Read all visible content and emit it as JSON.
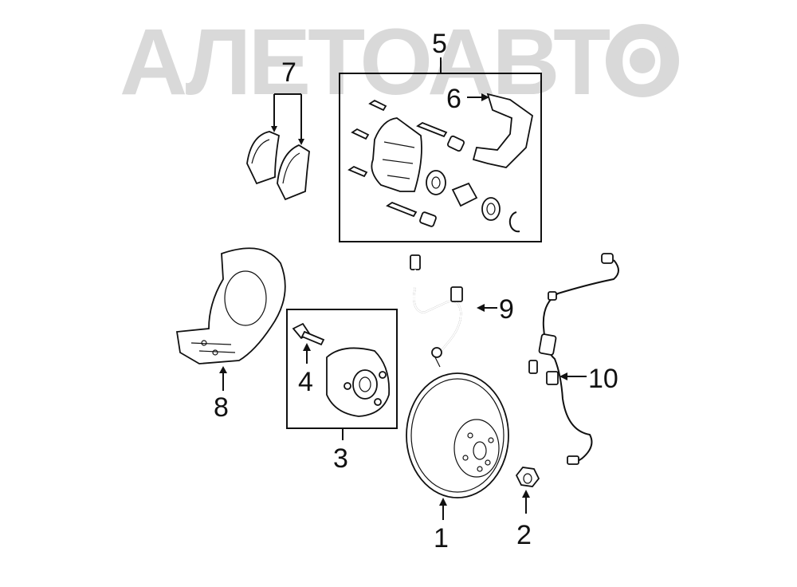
{
  "watermark": {
    "text": "АЛЕТОАВТО",
    "color": "#d9d9d9"
  },
  "callouts": {
    "c1": "1",
    "c2": "2",
    "c3": "3",
    "c4": "4",
    "c5": "5",
    "c6": "6",
    "c7": "7",
    "c8": "8",
    "c9": "9",
    "c10": "10"
  },
  "parts": [
    {
      "number": "1",
      "name": "brake-disc-rotor"
    },
    {
      "number": "2",
      "name": "hub-nut"
    },
    {
      "number": "3",
      "name": "hub-bearing-assembly"
    },
    {
      "number": "4",
      "name": "hub-bolt"
    },
    {
      "number": "5",
      "name": "caliper-assembly"
    },
    {
      "number": "6",
      "name": "caliper-bracket"
    },
    {
      "number": "7",
      "name": "brake-pads"
    },
    {
      "number": "8",
      "name": "dust-shield"
    },
    {
      "number": "9",
      "name": "brake-hose"
    },
    {
      "number": "10",
      "name": "abs-speed-sensor"
    }
  ]
}
